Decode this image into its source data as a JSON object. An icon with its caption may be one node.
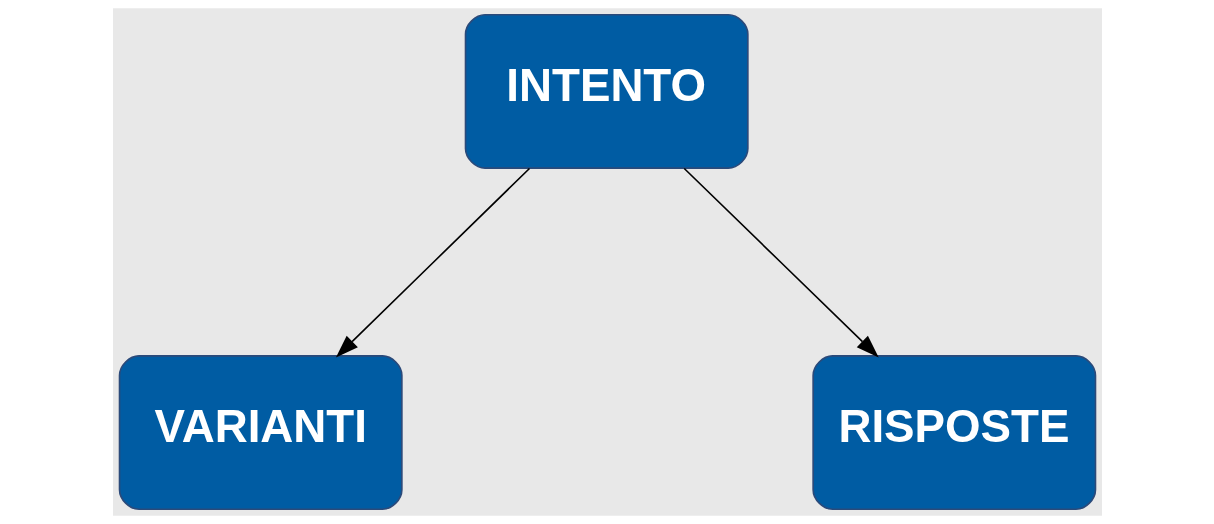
{
  "diagram": {
    "nodes": [
      {
        "text": [
          "INTENTO"
        ]
      },
      {
        "text": [
          "VARIANTI"
        ]
      },
      {
        "text": [
          "RISPOSTE"
        ]
      }
    ],
    "edges": [
      {
        "from": 0,
        "to": 1,
        "arrow": "to"
      },
      {
        "from": 0,
        "to": 2,
        "arrow": "to"
      }
    ]
  }
}
